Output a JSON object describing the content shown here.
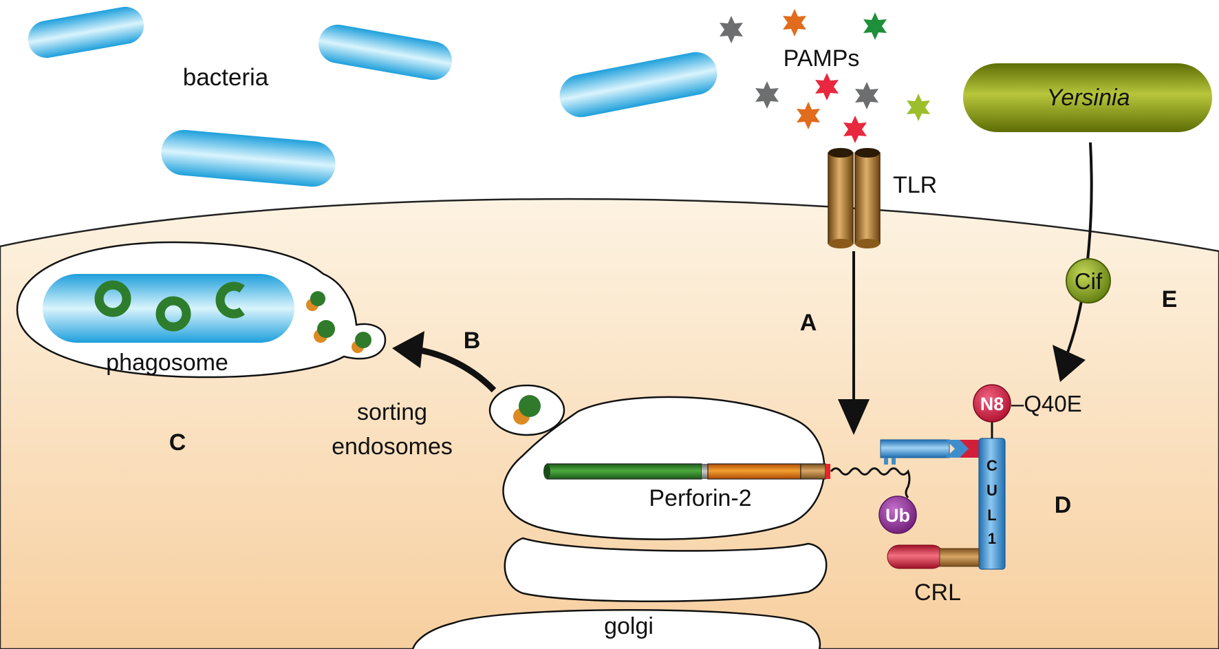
{
  "labels": {
    "bacteria": "bacteria",
    "pamps": "PAMPs",
    "tlr": "TLR",
    "yersinia": "Yersinia",
    "cif": "Cif",
    "phagosome": "phagosome",
    "sorting_endosomes_line1": "sorting",
    "sorting_endosomes_line2": "endosomes",
    "perforin2": "Perforin-2",
    "n8": "N8",
    "q40e": "–Q40E",
    "cul1": [
      "C",
      "U",
      "L",
      "1"
    ],
    "ub": "Ub",
    "crl": "CRL",
    "golgi": "golgi",
    "step_a": "A",
    "step_b": "B",
    "step_c": "C",
    "step_d": "D",
    "step_e": "E"
  },
  "colors": {
    "cytoplasm_top": "#fdf2de",
    "cytoplasm_bottom": "#f8d2a6",
    "bacteria_blue": "#29a9e0",
    "bacteria_highlight": "#d8f3fc",
    "tlr_brown": "#8a5a1a",
    "yersinia_green": "#7b8c10",
    "cif_green": "#7a9a18",
    "n8_red": "#d5163f",
    "ub_purple": "#8e2f96",
    "perforin_green": "#2a7a2a",
    "perforin_orange": "#dd6a10",
    "perforin_tan": "#a57338",
    "perforin_red": "#e8232a",
    "cul1_blue": "#3f8dcb",
    "crl_red": "#d11f3a"
  },
  "icons": {
    "pamp": "star-icon",
    "pore": "pore-ring-icon",
    "protein": "protein-cluster-icon",
    "arrow": "arrow-icon"
  }
}
